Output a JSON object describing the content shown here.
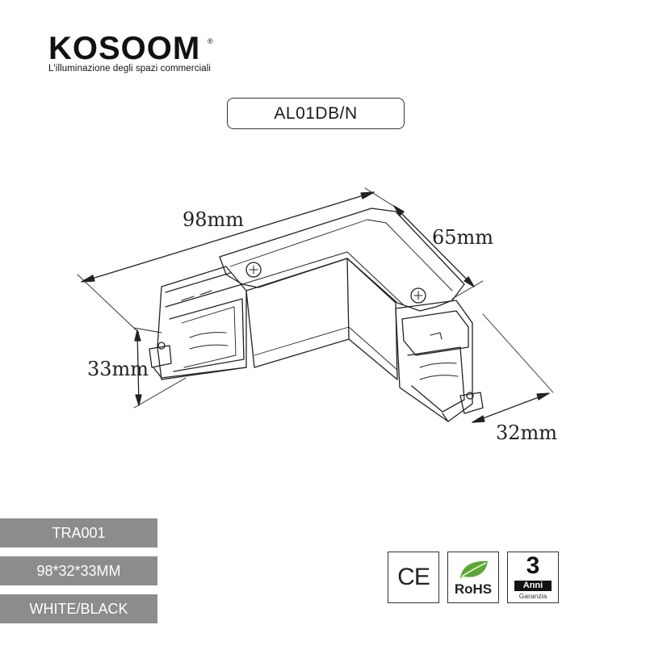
{
  "brand": {
    "name": "KOSOOM",
    "registered": "®",
    "tagline": "L'illuminazione degli spazi commerciali"
  },
  "product": {
    "model": "AL01DB/N"
  },
  "dimensions": {
    "length": "98mm",
    "width": "65mm",
    "height": "33mm",
    "depth": "32mm"
  },
  "specs": [
    {
      "label": "TRA001"
    },
    {
      "label": "98*32*33MM"
    },
    {
      "label": "WHITE/BLACK"
    }
  ],
  "certifications": {
    "ce": {
      "label": "CE"
    },
    "rohs": {
      "label": "RoHS",
      "icon": "leaf-icon"
    },
    "warranty": {
      "number": "3",
      "unit": "Anni",
      "subtitle": "Garanzia"
    }
  }
}
